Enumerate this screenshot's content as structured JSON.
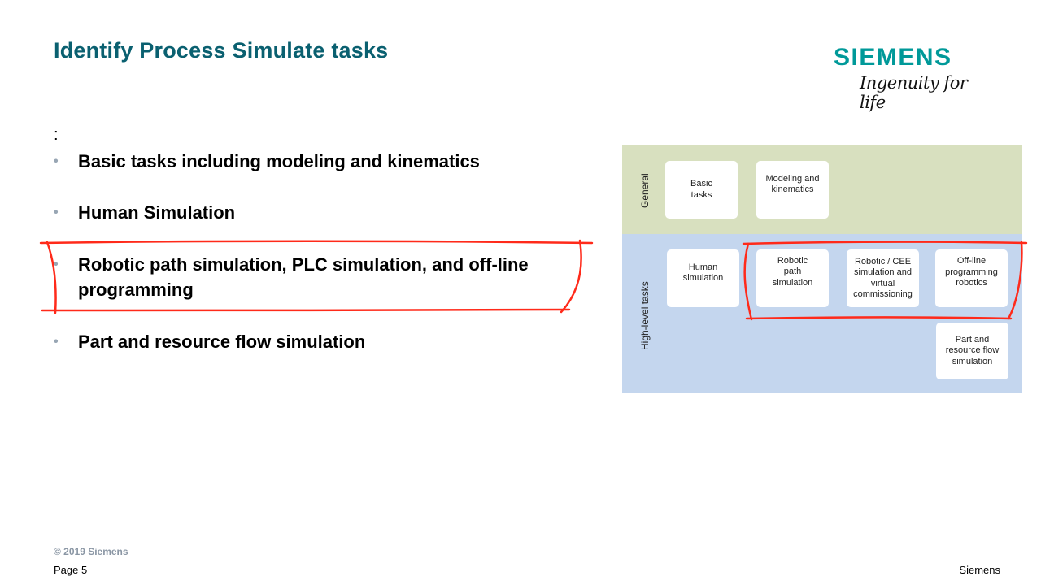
{
  "slide": {
    "title": "Identify Process Simulate tasks",
    "intro_marker": ":",
    "bullets": [
      {
        "text": "Basic tasks including modeling and kinematics",
        "highlighted": false
      },
      {
        "text": "Human Simulation",
        "highlighted": false
      },
      {
        "text": "Robotic path simulation, PLC simulation, and off-line programming",
        "highlighted": true
      },
      {
        "text": "Part and resource flow simulation",
        "highlighted": false
      }
    ]
  },
  "logo": {
    "wordmark": "SIEMENS",
    "tagline": "Ingenuity for life",
    "color": "#009999"
  },
  "diagram": {
    "bands": [
      {
        "label": "General",
        "color": "#d8e0bf",
        "boxes": [
          "Basic tasks",
          "Modeling and kinematics"
        ]
      },
      {
        "label": "High-level tasks",
        "color": "#c4d6ee",
        "boxes": [
          "Human simulation",
          "Robotic path simulation",
          "Robotic / CEE simulation and virtual commissioning",
          "Off-line programming robotics",
          "Part and resource flow simulation"
        ]
      }
    ],
    "highlighted_boxes": [
      "Robotic path simulation",
      "Robotic / CEE simulation and virtual commissioning",
      "Off-line programming robotics"
    ]
  },
  "annotation": {
    "color": "#ff2a1a"
  },
  "footer": {
    "copyright": "© 2019 Siemens",
    "page": "Page 5",
    "brand": "Siemens"
  }
}
